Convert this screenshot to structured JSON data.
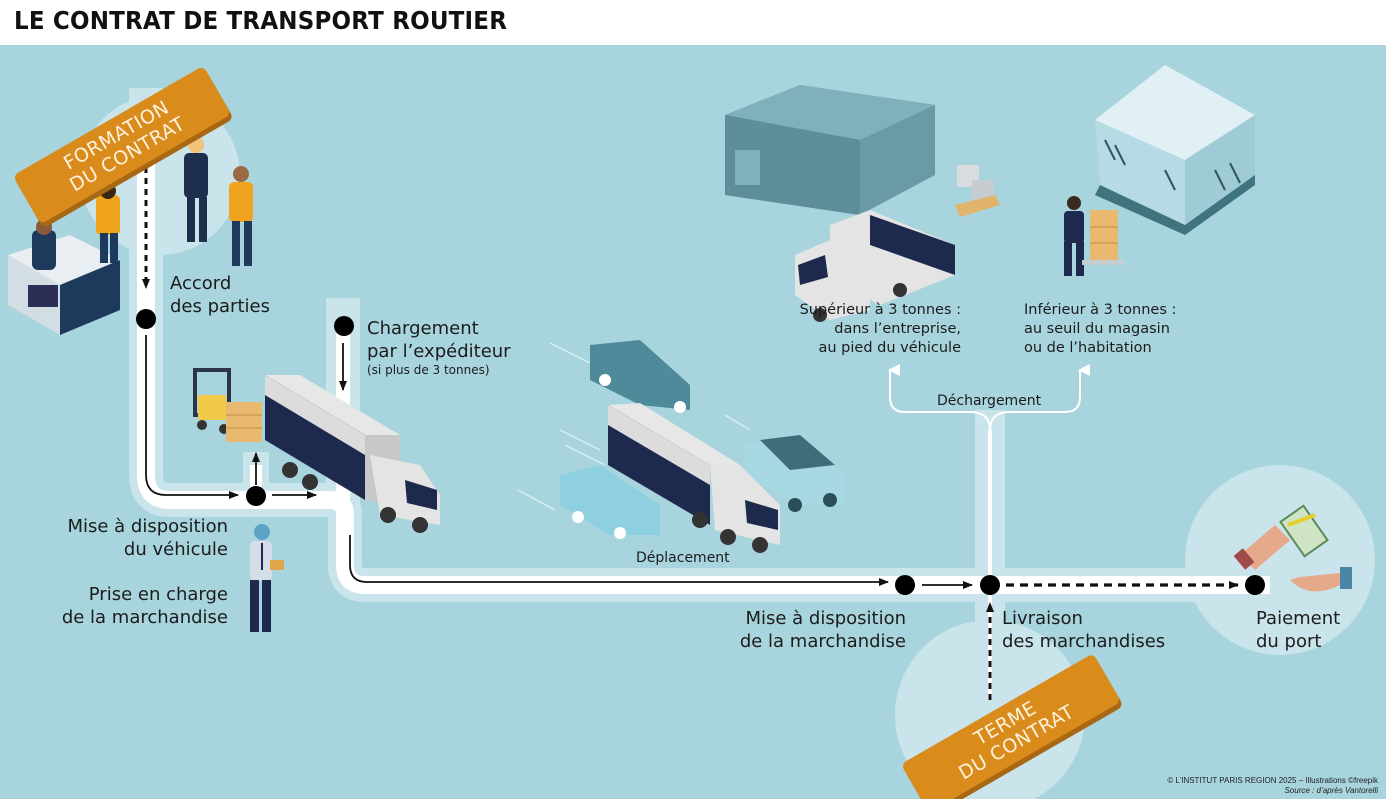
{
  "title": "LE CONTRAT DE TRANSPORT ROUTIER",
  "colors": {
    "background": "#a8d4dd",
    "halo": "#c9e4ea",
    "road": "#ffffff",
    "badge": "#d98b1b",
    "truck_box": "#1d2a4e",
    "line": "#111111"
  },
  "badges": {
    "formation": [
      "FORMATION",
      "DU CONTRAT"
    ],
    "terme": [
      "TERME",
      "DU CONTRAT"
    ]
  },
  "steps": {
    "accord": [
      "Accord",
      "des parties"
    ],
    "chargement": [
      "Chargement",
      "par l’expéditeur"
    ],
    "chargement_note": "(si plus de 3 tonnes)",
    "mise_vehicule": [
      "Mise à disposition",
      "du véhicule"
    ],
    "prise_charge": [
      "Prise en charge",
      "de la marchandise"
    ],
    "deplacement": "Déplacement",
    "mise_marchandise": [
      "Mise à disposition",
      "de la marchandise"
    ],
    "livraison": [
      "Livraison",
      "des marchandises"
    ],
    "paiement": [
      "Paiement",
      "du port"
    ],
    "dechargement": "Déchargement",
    "superieur": [
      "Supérieur à 3 tonnes :",
      "dans l’entreprise,",
      "au pied du véhicule"
    ],
    "inferieur": [
      "Inférieur à 3 tonnes :",
      "au seuil du magasin",
      "ou de l’habitation"
    ]
  },
  "illustrations": {
    "office": "desk-meeting-illustration",
    "handshake": "handshake-illustration",
    "forklift": "forklift-illustration",
    "truck": "truck-illustration",
    "traffic": "traffic-illustration",
    "warehouse": "warehouse-illustration",
    "shop": "shop-illustration",
    "payment": "payment-hands-illustration",
    "inspector": "inspector-illustration"
  },
  "footer": {
    "credit": "© L’INSTITUT PARIS REGION 2025 – Illustrations ©freepik",
    "source": "Source : d’après Vantorelli"
  }
}
